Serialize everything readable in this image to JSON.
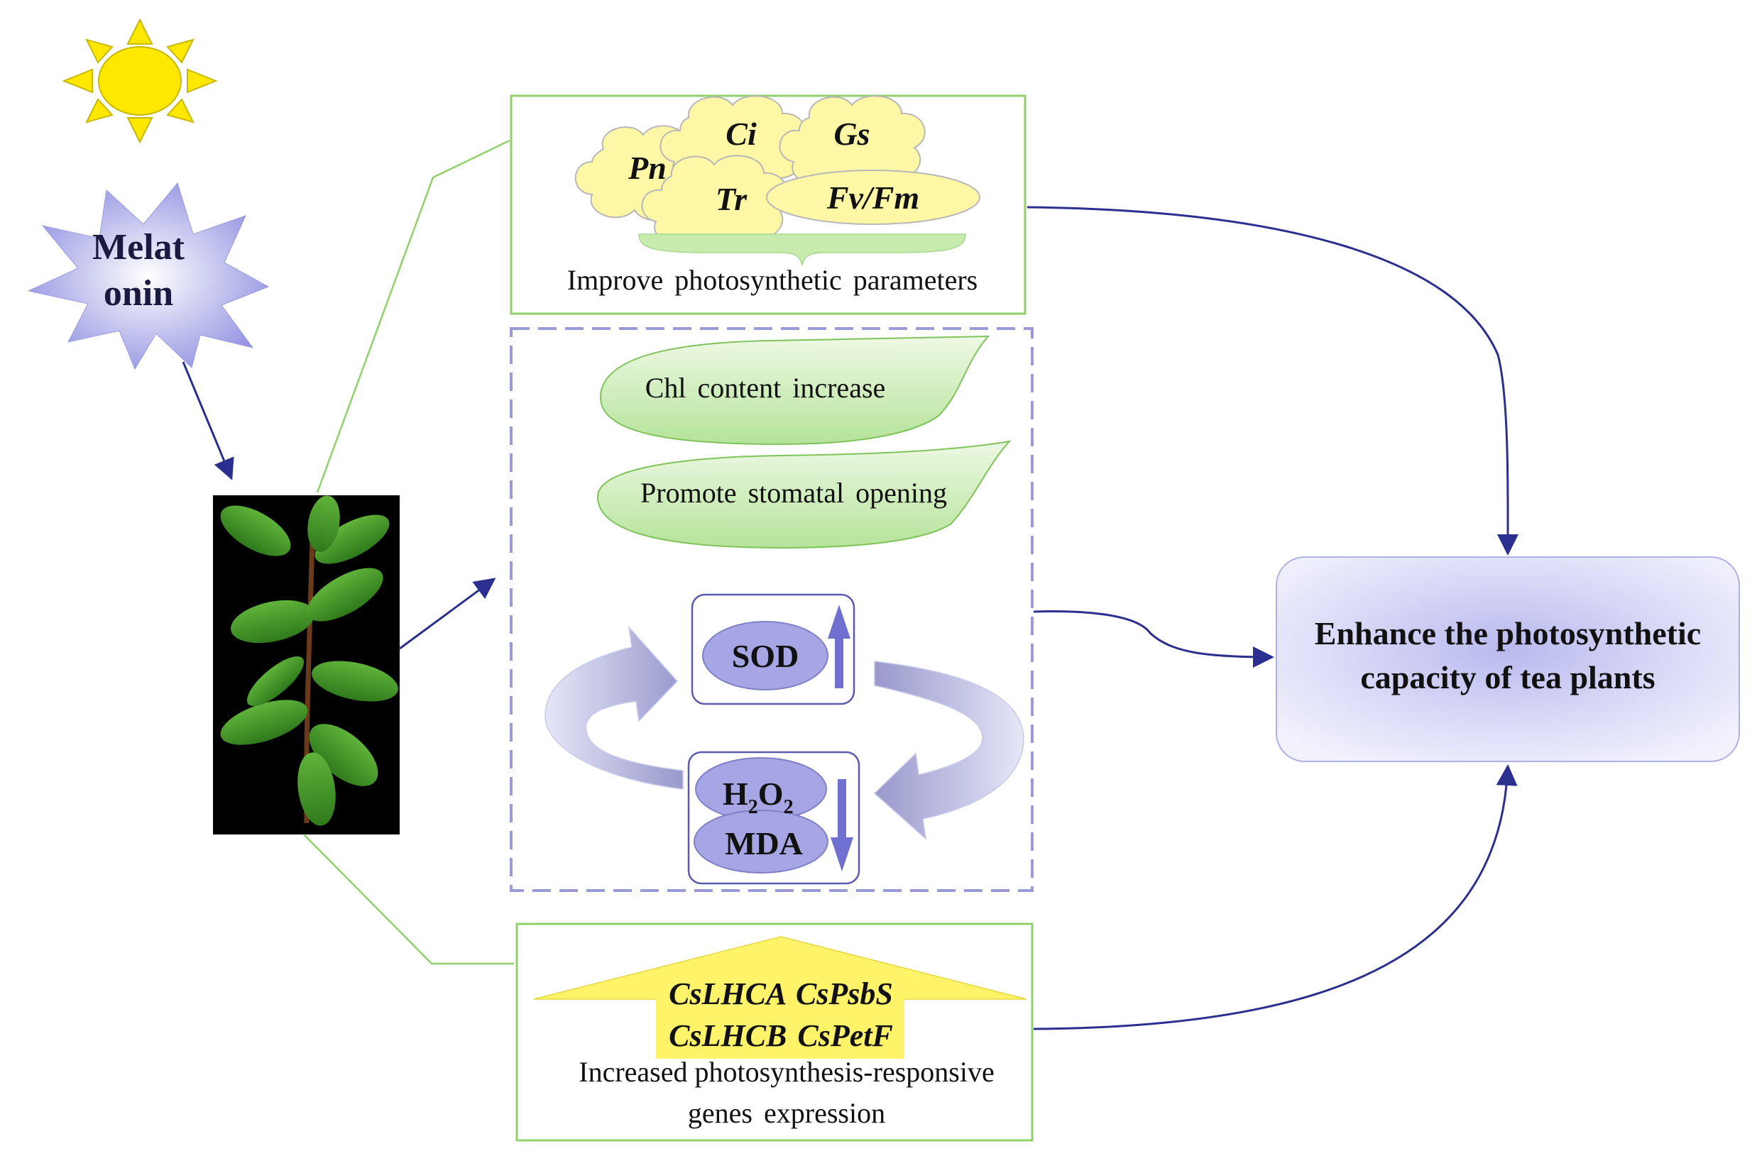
{
  "melatonin": {
    "line1": "Melat",
    "line2": "onin"
  },
  "photosynthetic_box": {
    "params": [
      "Pn",
      "Ci",
      "Gs",
      "Tr",
      "Fv/Fm"
    ],
    "caption": "Improve photosynthetic parameters"
  },
  "physiology_box": {
    "leaf1": "Chl content increase",
    "leaf2": "Promote stomatal opening",
    "sod": "SOD",
    "h2o2": {
      "h": "H",
      "sub1": "2",
      "o": "O",
      "sub2": "2"
    },
    "mda": "MDA"
  },
  "genes_box": {
    "line1": "CsLHCA CsPsbS",
    "line2": "CsLHCB CsPetF",
    "caption1": "Increased photosynthesis-responsive",
    "caption2": "genes expression"
  },
  "result": {
    "line1": "Enhance the photosynthetic",
    "line2": "capacity of tea plants"
  },
  "colors": {
    "arrow": "#2b2f8f",
    "green_line": "#8fd16a",
    "dashed_border": "#9a9ad8",
    "cloud_fill": "#fdf7a6",
    "leaf_fill": "#c9ecb0",
    "result_fill": "#c8c8f0",
    "gene_arrow_fill": "#fff36a",
    "sun_fill": "#ffe800"
  }
}
